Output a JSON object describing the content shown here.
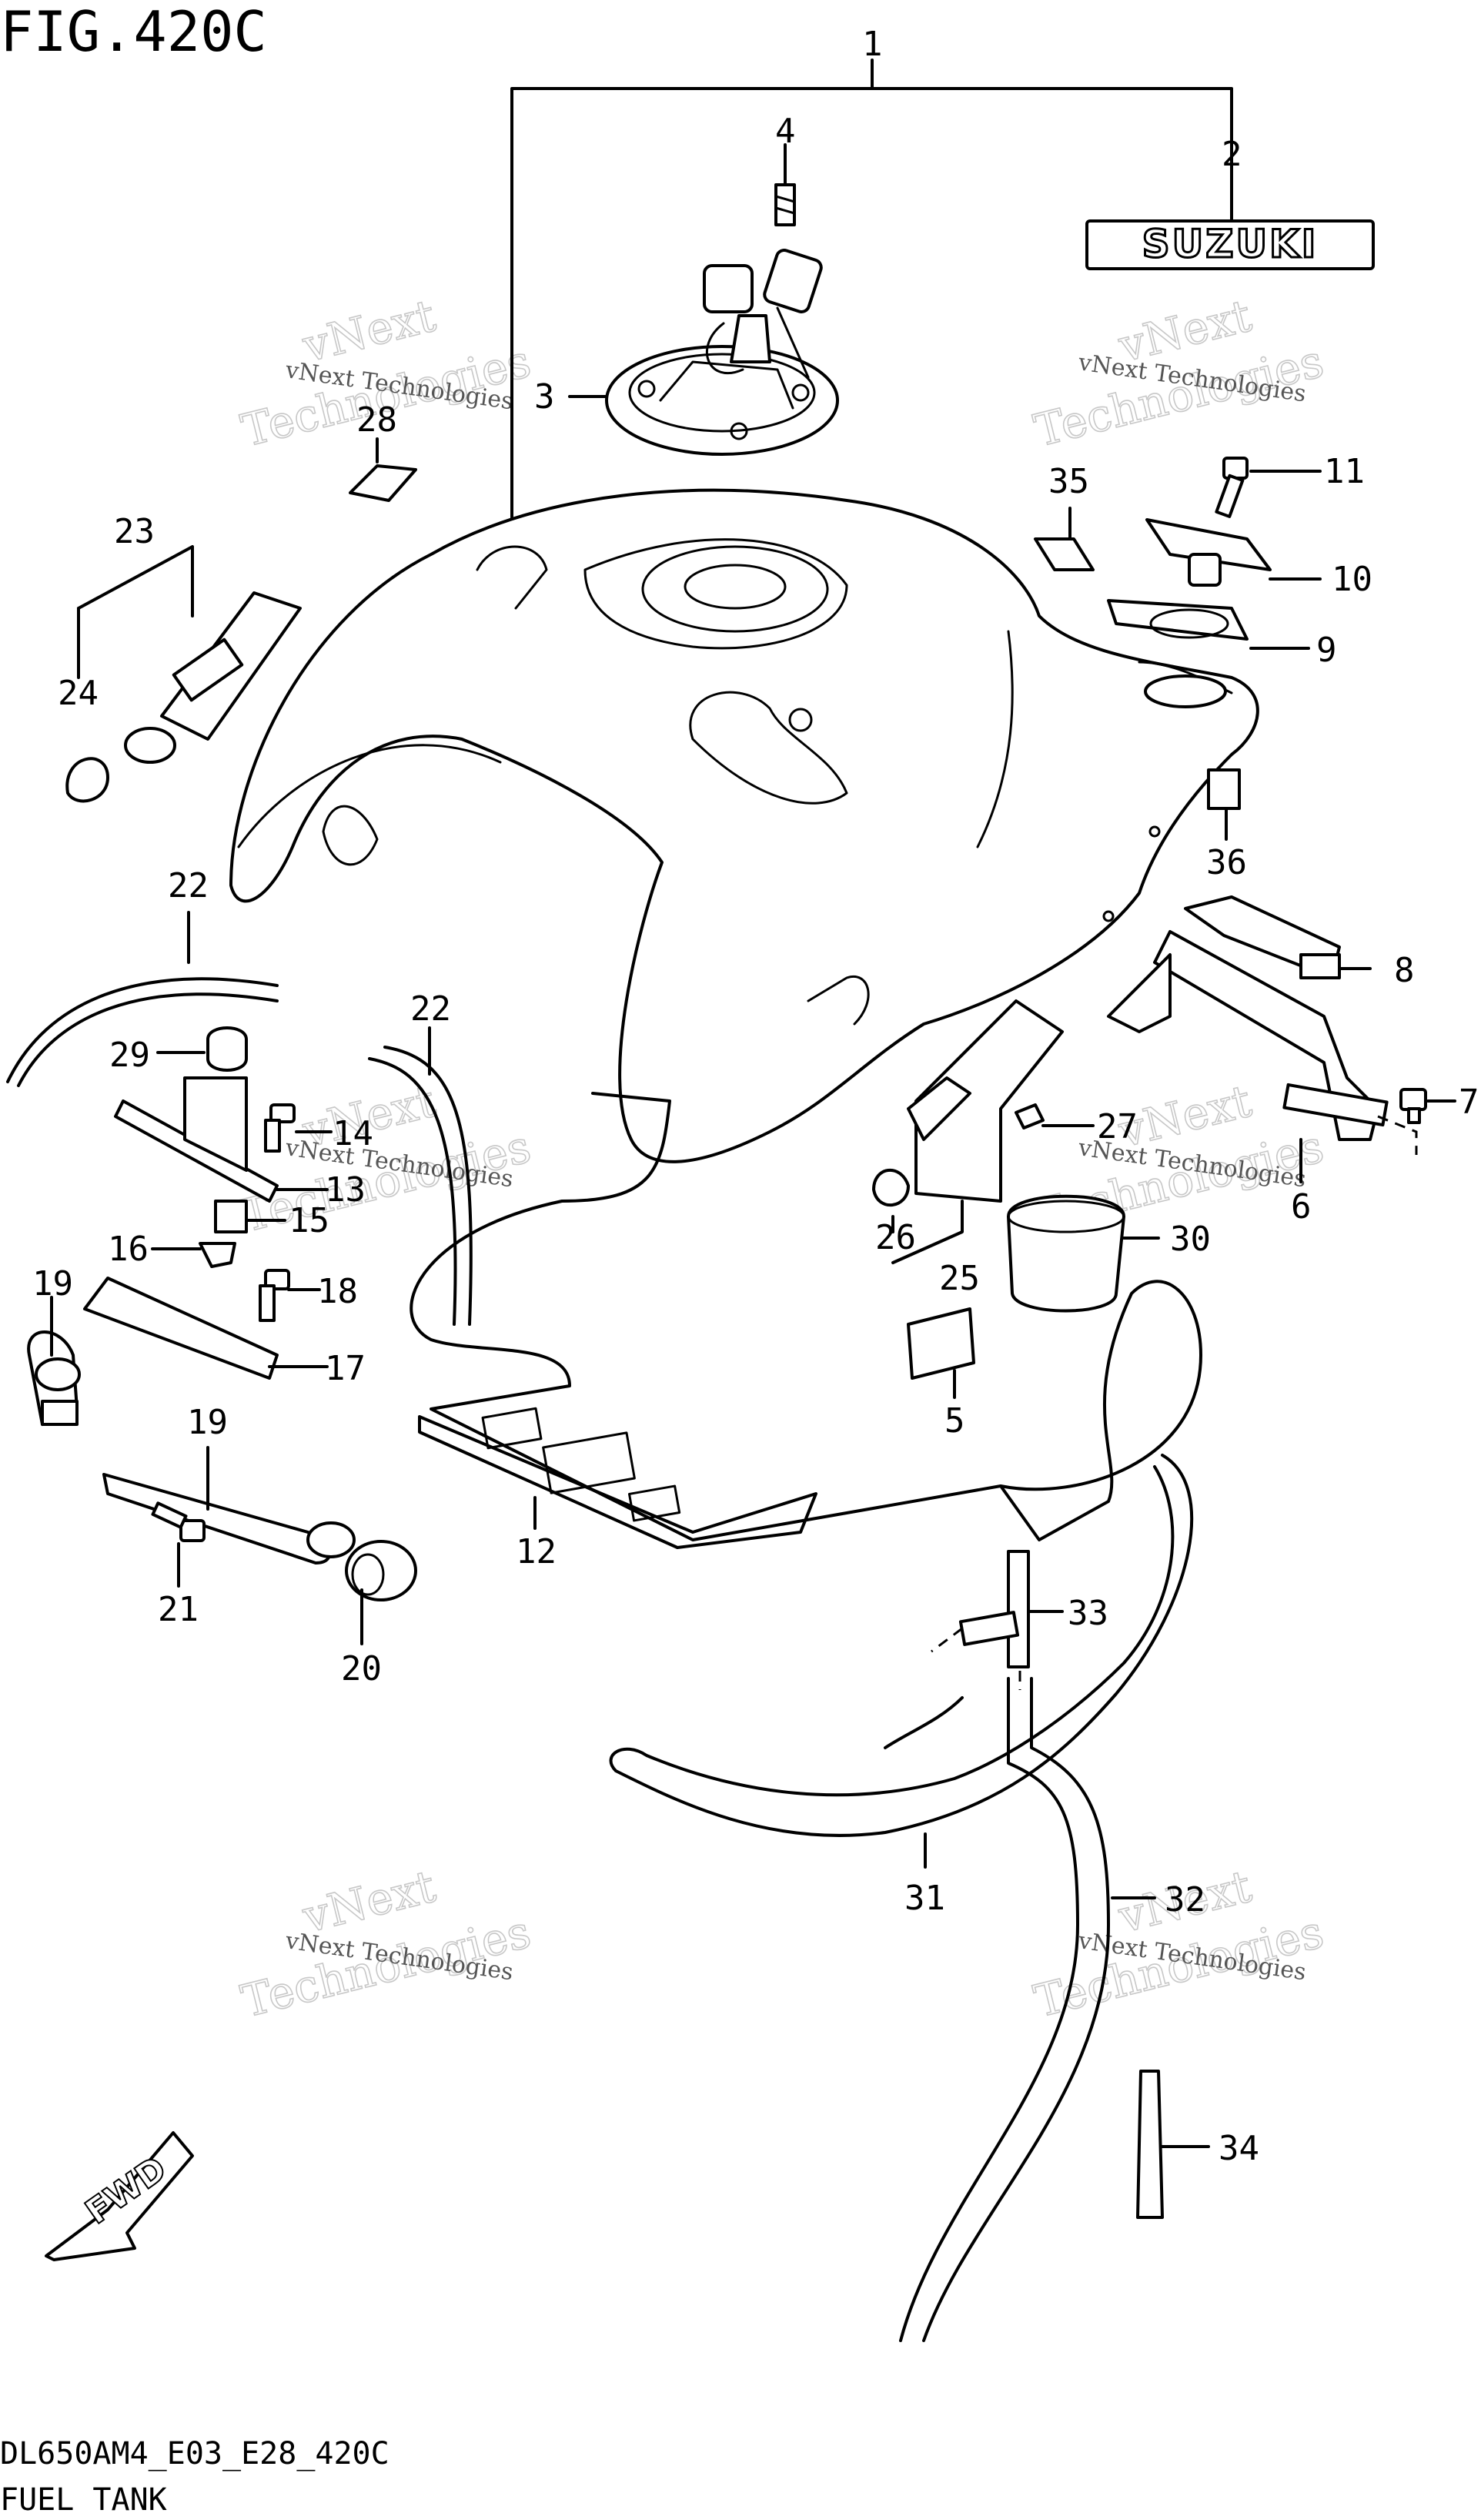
{
  "figure": {
    "title": "FIG.420C",
    "model_code": "DL650AM4_E03_E28_420C",
    "caption": "FUEL TANK",
    "fwd_label": "FWD",
    "brand_emblem_text": "SUZUKI"
  },
  "watermark": {
    "line1": "vNext",
    "line2": "Technologies",
    "small": "vNext Technologies"
  },
  "callouts": [
    "1",
    "2",
    "3",
    "4",
    "5",
    "6",
    "7",
    "8",
    "9",
    "10",
    "11",
    "12",
    "13",
    "14",
    "15",
    "16",
    "17",
    "18",
    "19",
    "19",
    "20",
    "21",
    "22",
    "22",
    "23",
    "24",
    "25",
    "26",
    "27",
    "28",
    "29",
    "30",
    "31",
    "32",
    "33",
    "34",
    "35",
    "36"
  ]
}
